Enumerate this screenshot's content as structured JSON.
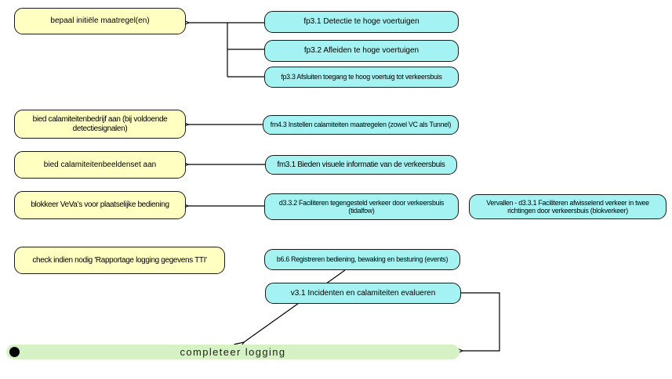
{
  "diagram": {
    "colors": {
      "action_fill": "#ffffc2",
      "function_fill": "#a4f2f2",
      "final_fill": "#d6f2c4",
      "border": "#000000",
      "connector": "#000000",
      "background": "#ffffff"
    },
    "actions": [
      {
        "label": "bepaal initiële maatregel(en)"
      },
      {
        "label": "bied calamiteitenbedrijf aan (bij voldoende\ndetectiesignalen)"
      },
      {
        "label": "bied calamiteitenbeeldenset aan"
      },
      {
        "label": "blokkeer VeVa’s voor plaatselijke bediening"
      },
      {
        "label": "check indien nodig 'Rapportage logging gegevens TTI'"
      }
    ],
    "functions": [
      {
        "label": "fp3.1 Detectie te hoge voertuigen"
      },
      {
        "label": "fp3.2 Afleiden te hoge voertuigen"
      },
      {
        "label": "fp3.3 Afsluiten toegang te hoog voertuig tot verkeersbuis"
      },
      {
        "label": "fm4.3 Instellen calamiteiten maatregelen (zowel VC als Tunnel)"
      },
      {
        "label": "fm3.1 Bieden visuele informatie van de verkeersbuis"
      },
      {
        "label": "d3.3.2 Faciliteren tegengesteld verkeer door verkeersbuis\n(tidalfow)"
      },
      {
        "label": "Vervallen - d3.3.1 Faciliteren afwisselend verkeer in twee\nrichtingen door verkeersbuis (blokverkeer)"
      },
      {
        "label": "b6.6 Registreren bediening, bewaking en besturing (events)"
      },
      {
        "label": "v3.1 Incidenten en calamiteiten evalueren"
      }
    ],
    "final": {
      "label": "completeer logging"
    }
  }
}
